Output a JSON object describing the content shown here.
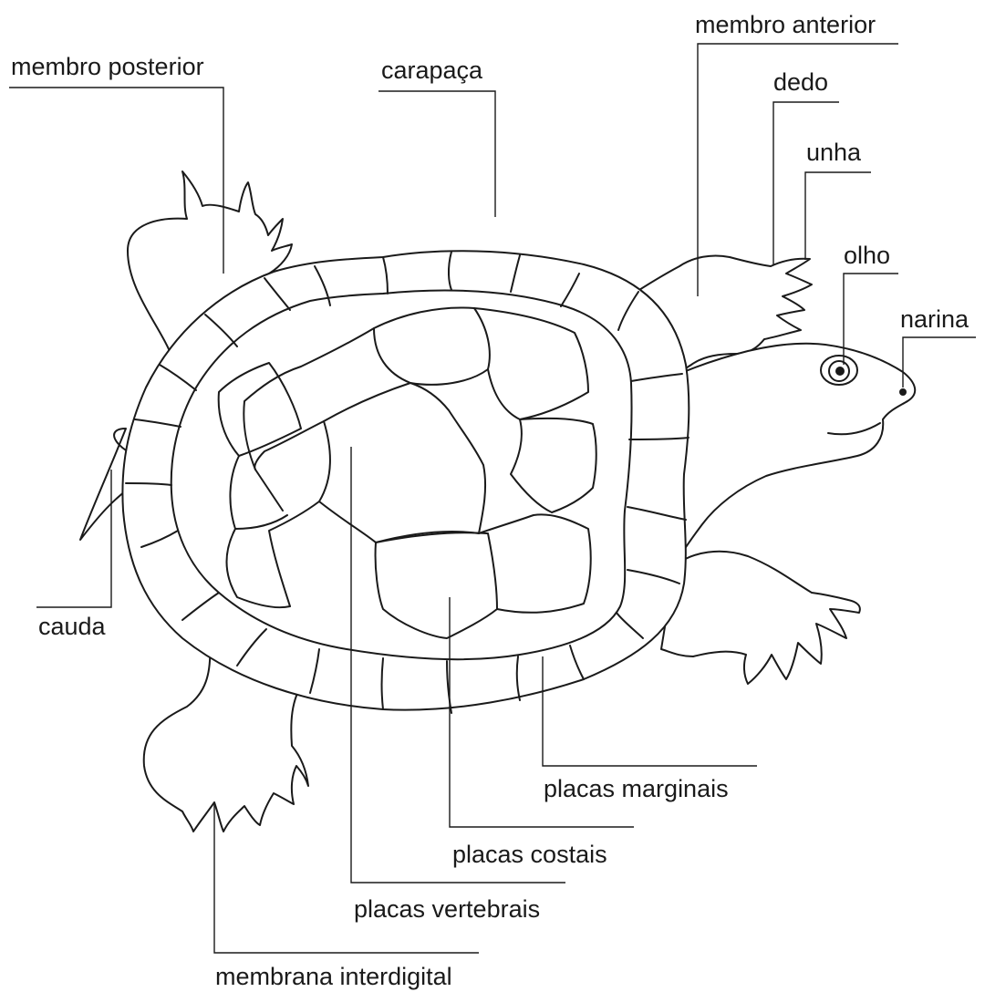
{
  "labels": {
    "membro_posterior": "membro posterior",
    "carapaca": "carapaça",
    "membro_anterior": "membro anterior",
    "dedo": "dedo",
    "unha": "unha",
    "olho": "olho",
    "narina": "narina",
    "cauda": "cauda",
    "placas_marginais": "placas marginais",
    "placas_costais": "placas costais",
    "placas_vertebrais": "placas vertebrais",
    "membrana_interdigital": "membrana interdigital"
  },
  "colors": {
    "ink": "#1a1a1a",
    "paper": "#ffffff"
  }
}
